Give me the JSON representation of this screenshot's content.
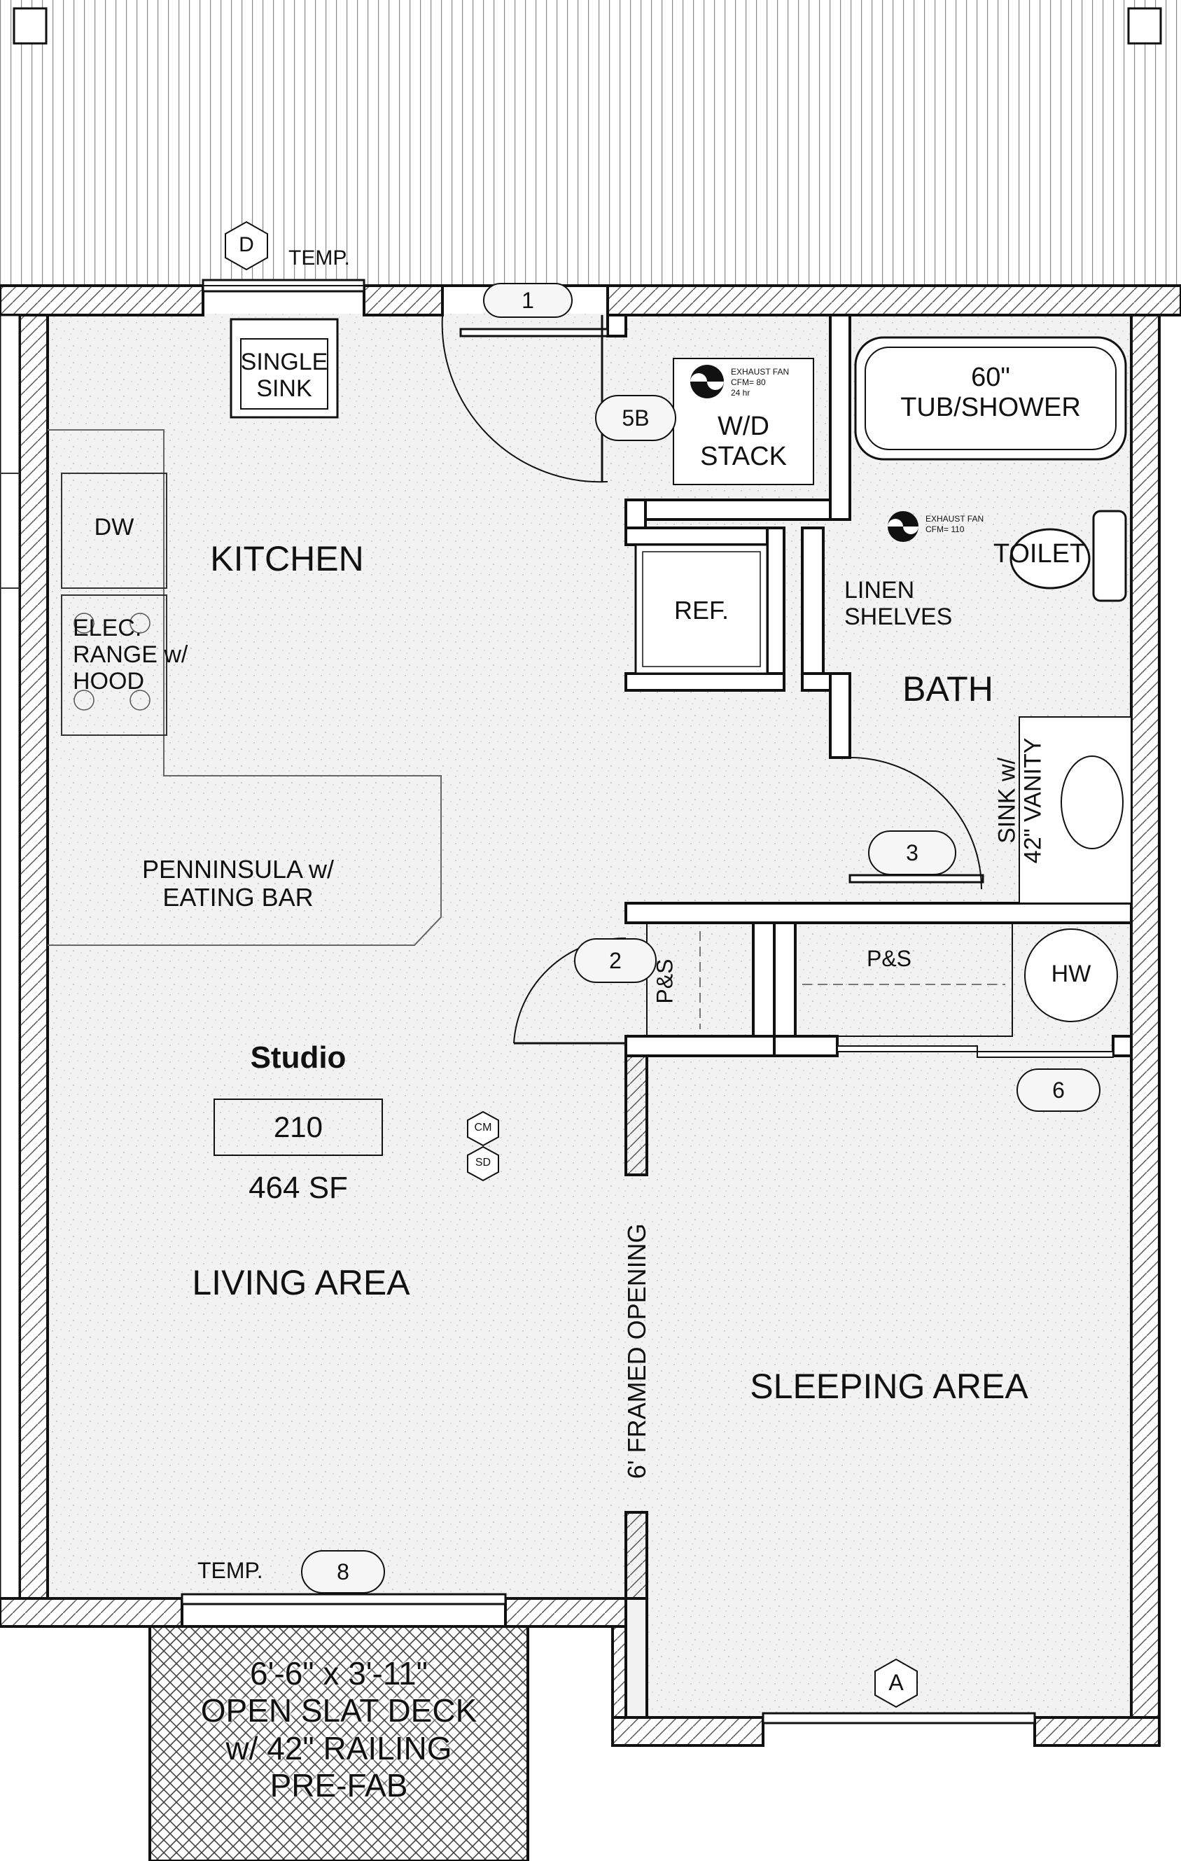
{
  "rooms": {
    "kitchen": "KITCHEN",
    "bath": "BATH",
    "living": "LIVING AREA",
    "sleeping": "SLEEPING AREA"
  },
  "unit": {
    "name": "Studio",
    "number": "210",
    "area": "464 SF"
  },
  "fixtures": {
    "single_sink": "SINGLE\nSINK",
    "dw": "DW",
    "range": "ELEC.\nRANGE w/\nHOOD",
    "peninsula": "PENNINSULA w/\nEATING BAR",
    "ref": "REF.",
    "wd_stack": "W/D\nSTACK",
    "tub": "60\"\nTUB/SHOWER",
    "toilet": "TOILET",
    "linen": "LINEN\nSHELVES",
    "vanity": "SINK w/\n42\" VANITY",
    "ps_left": "P&S",
    "ps_right": "P&S",
    "hw": "HW",
    "framed_opening": "6' FRAMED OPENING",
    "deck": "6'-6\" x 3'-11\"\nOPEN SLAT DECK\nw/ 42\" RAILING\nPRE-FAB",
    "fan1": "EXHAUST FAN\nCFM= 80\n24 hr",
    "fan2": "EXHAUST FAN\nCFM= 110",
    "temp_top": "TEMP.",
    "temp_bottom": "TEMP."
  },
  "tags": {
    "door1": "1",
    "door2": "2",
    "door3": "3",
    "door5b": "5B",
    "door6": "6",
    "door8": "8",
    "window_d": "D",
    "window_a": "A",
    "cm": "CM",
    "sd": "SD"
  },
  "colors": {
    "wall": "#111111",
    "floor": "#f1f1f1",
    "hatch": "#bdbdbd"
  }
}
